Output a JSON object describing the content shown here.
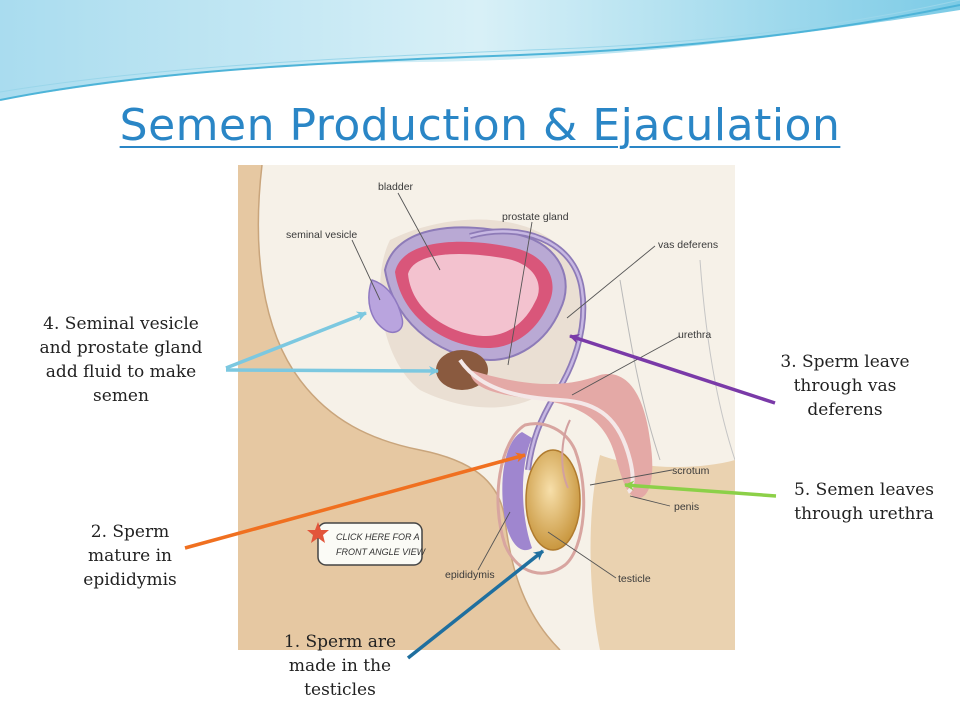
{
  "title": "Semen Production & Ejaculation",
  "diagram_labels": {
    "bladder": "bladder",
    "prostate_gland": "prostate gland",
    "seminal_vesicle": "seminal vesicle",
    "vas_deferens": "vas deferens",
    "urethra": "urethra",
    "scrotum": "scrotum",
    "penis": "penis",
    "epididymis": "epididymis",
    "testicle": "testicle",
    "click_note_line1": "CLICK HERE FOR A",
    "click_note_line2": "FRONT ANGLE VIEW"
  },
  "callouts": {
    "step1_line1": "1. Sperm are",
    "step1_line2": "made in the",
    "step1_line3": "testicles",
    "step2_line1": "2. Sperm",
    "step2_line2": "mature in",
    "step2_line3": "epididymis",
    "step3_line1": "3. Sperm leave",
    "step3_line2": "through vas",
    "step3_line3": "deferens",
    "step4_line1": "4. Seminal vesicle",
    "step4_line2": "and prostate gland",
    "step4_line3": "add fluid to make",
    "step4_line4": "semen",
    "step5_line1": "5. Semen leaves",
    "step5_line2": "through urethra"
  },
  "colors": {
    "title": "#2a86c6",
    "arrow_step1": "#1f6f9f",
    "arrow_step2": "#f07020",
    "arrow_step3": "#7a3aa8",
    "arrow_step4": "#7cc8e0",
    "arrow_step5": "#8cd048"
  }
}
